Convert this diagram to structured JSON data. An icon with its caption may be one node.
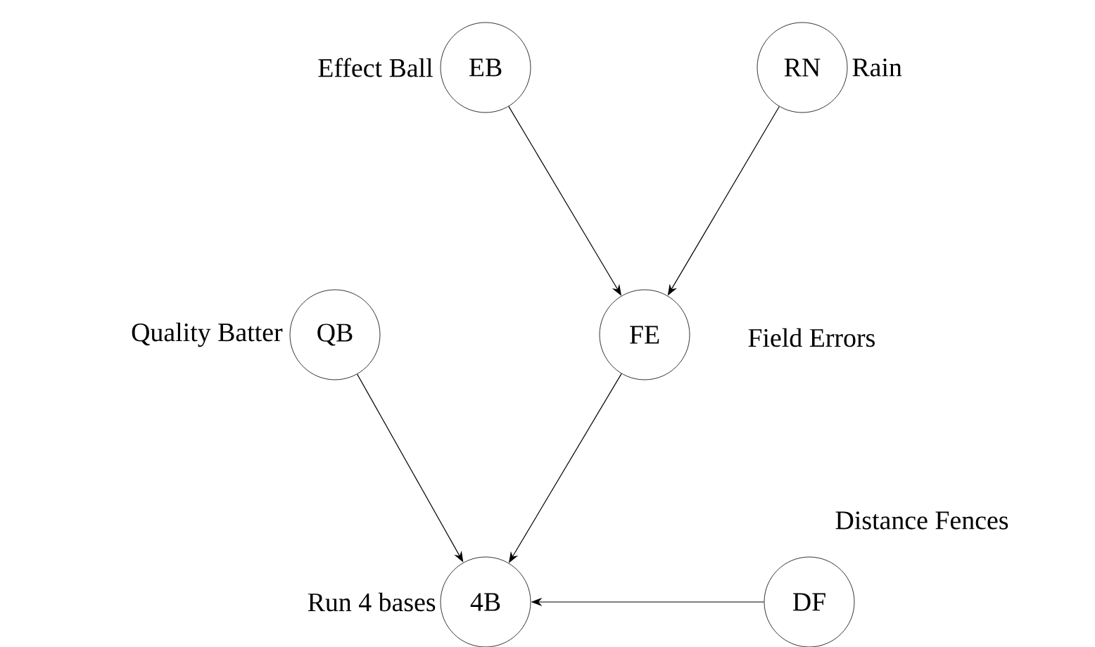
{
  "diagram": {
    "nodes": [
      {
        "text": [
          "EB"
        ],
        "beside": [
          "Effect Ball"
        ]
      },
      {
        "text": [
          "RN"
        ],
        "beside": [
          "Rain"
        ]
      },
      {
        "text": [
          "QB"
        ],
        "beside": [
          "Quality Batter"
        ]
      },
      {
        "text": [
          "FE"
        ],
        "beside": [
          "Field Errors"
        ]
      },
      {
        "text": [
          "4B"
        ],
        "beside": [
          "Run 4 bases"
        ]
      },
      {
        "text": [
          "DF"
        ],
        "beside": [
          "Distance Fences"
        ]
      }
    ],
    "edges": [
      {
        "from": 0,
        "to": 3,
        "arrow": "to"
      },
      {
        "from": 1,
        "to": 3,
        "arrow": "to"
      },
      {
        "from": 2,
        "to": 4,
        "arrow": "to"
      },
      {
        "from": 3,
        "to": 4,
        "arrow": "to"
      },
      {
        "from": 5,
        "to": 4,
        "arrow": "to"
      }
    ]
  }
}
